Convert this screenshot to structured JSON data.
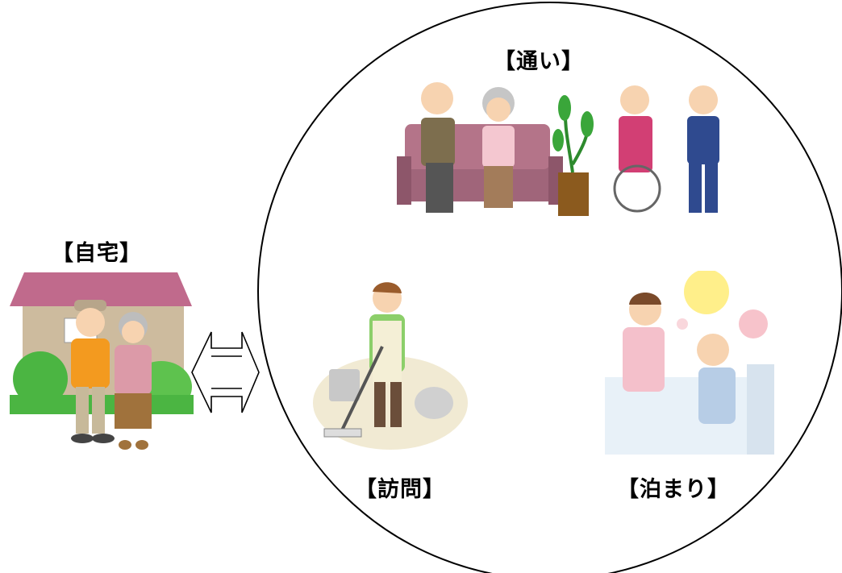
{
  "labels": {
    "home": "【自宅】",
    "day_service": "【通い】",
    "visit": "【訪問】",
    "stay": "【泊まり】"
  },
  "colors": {
    "outline": "#000000",
    "roof": "#c06a8c",
    "wall": "#cdbb9e",
    "tree": "#4bb542",
    "sofa": "#a0657a",
    "bg_beige": "#f1ead3",
    "bed": "#e8f1f8"
  },
  "icons": {
    "home": "elderly-couple-house-icon",
    "day_service": "elderly-on-sofa-and-exercise-icon",
    "visit": "caregiver-cleaning-icon",
    "stay": "caregiver-bedside-icon",
    "arrow": "double-arrow-icon"
  }
}
